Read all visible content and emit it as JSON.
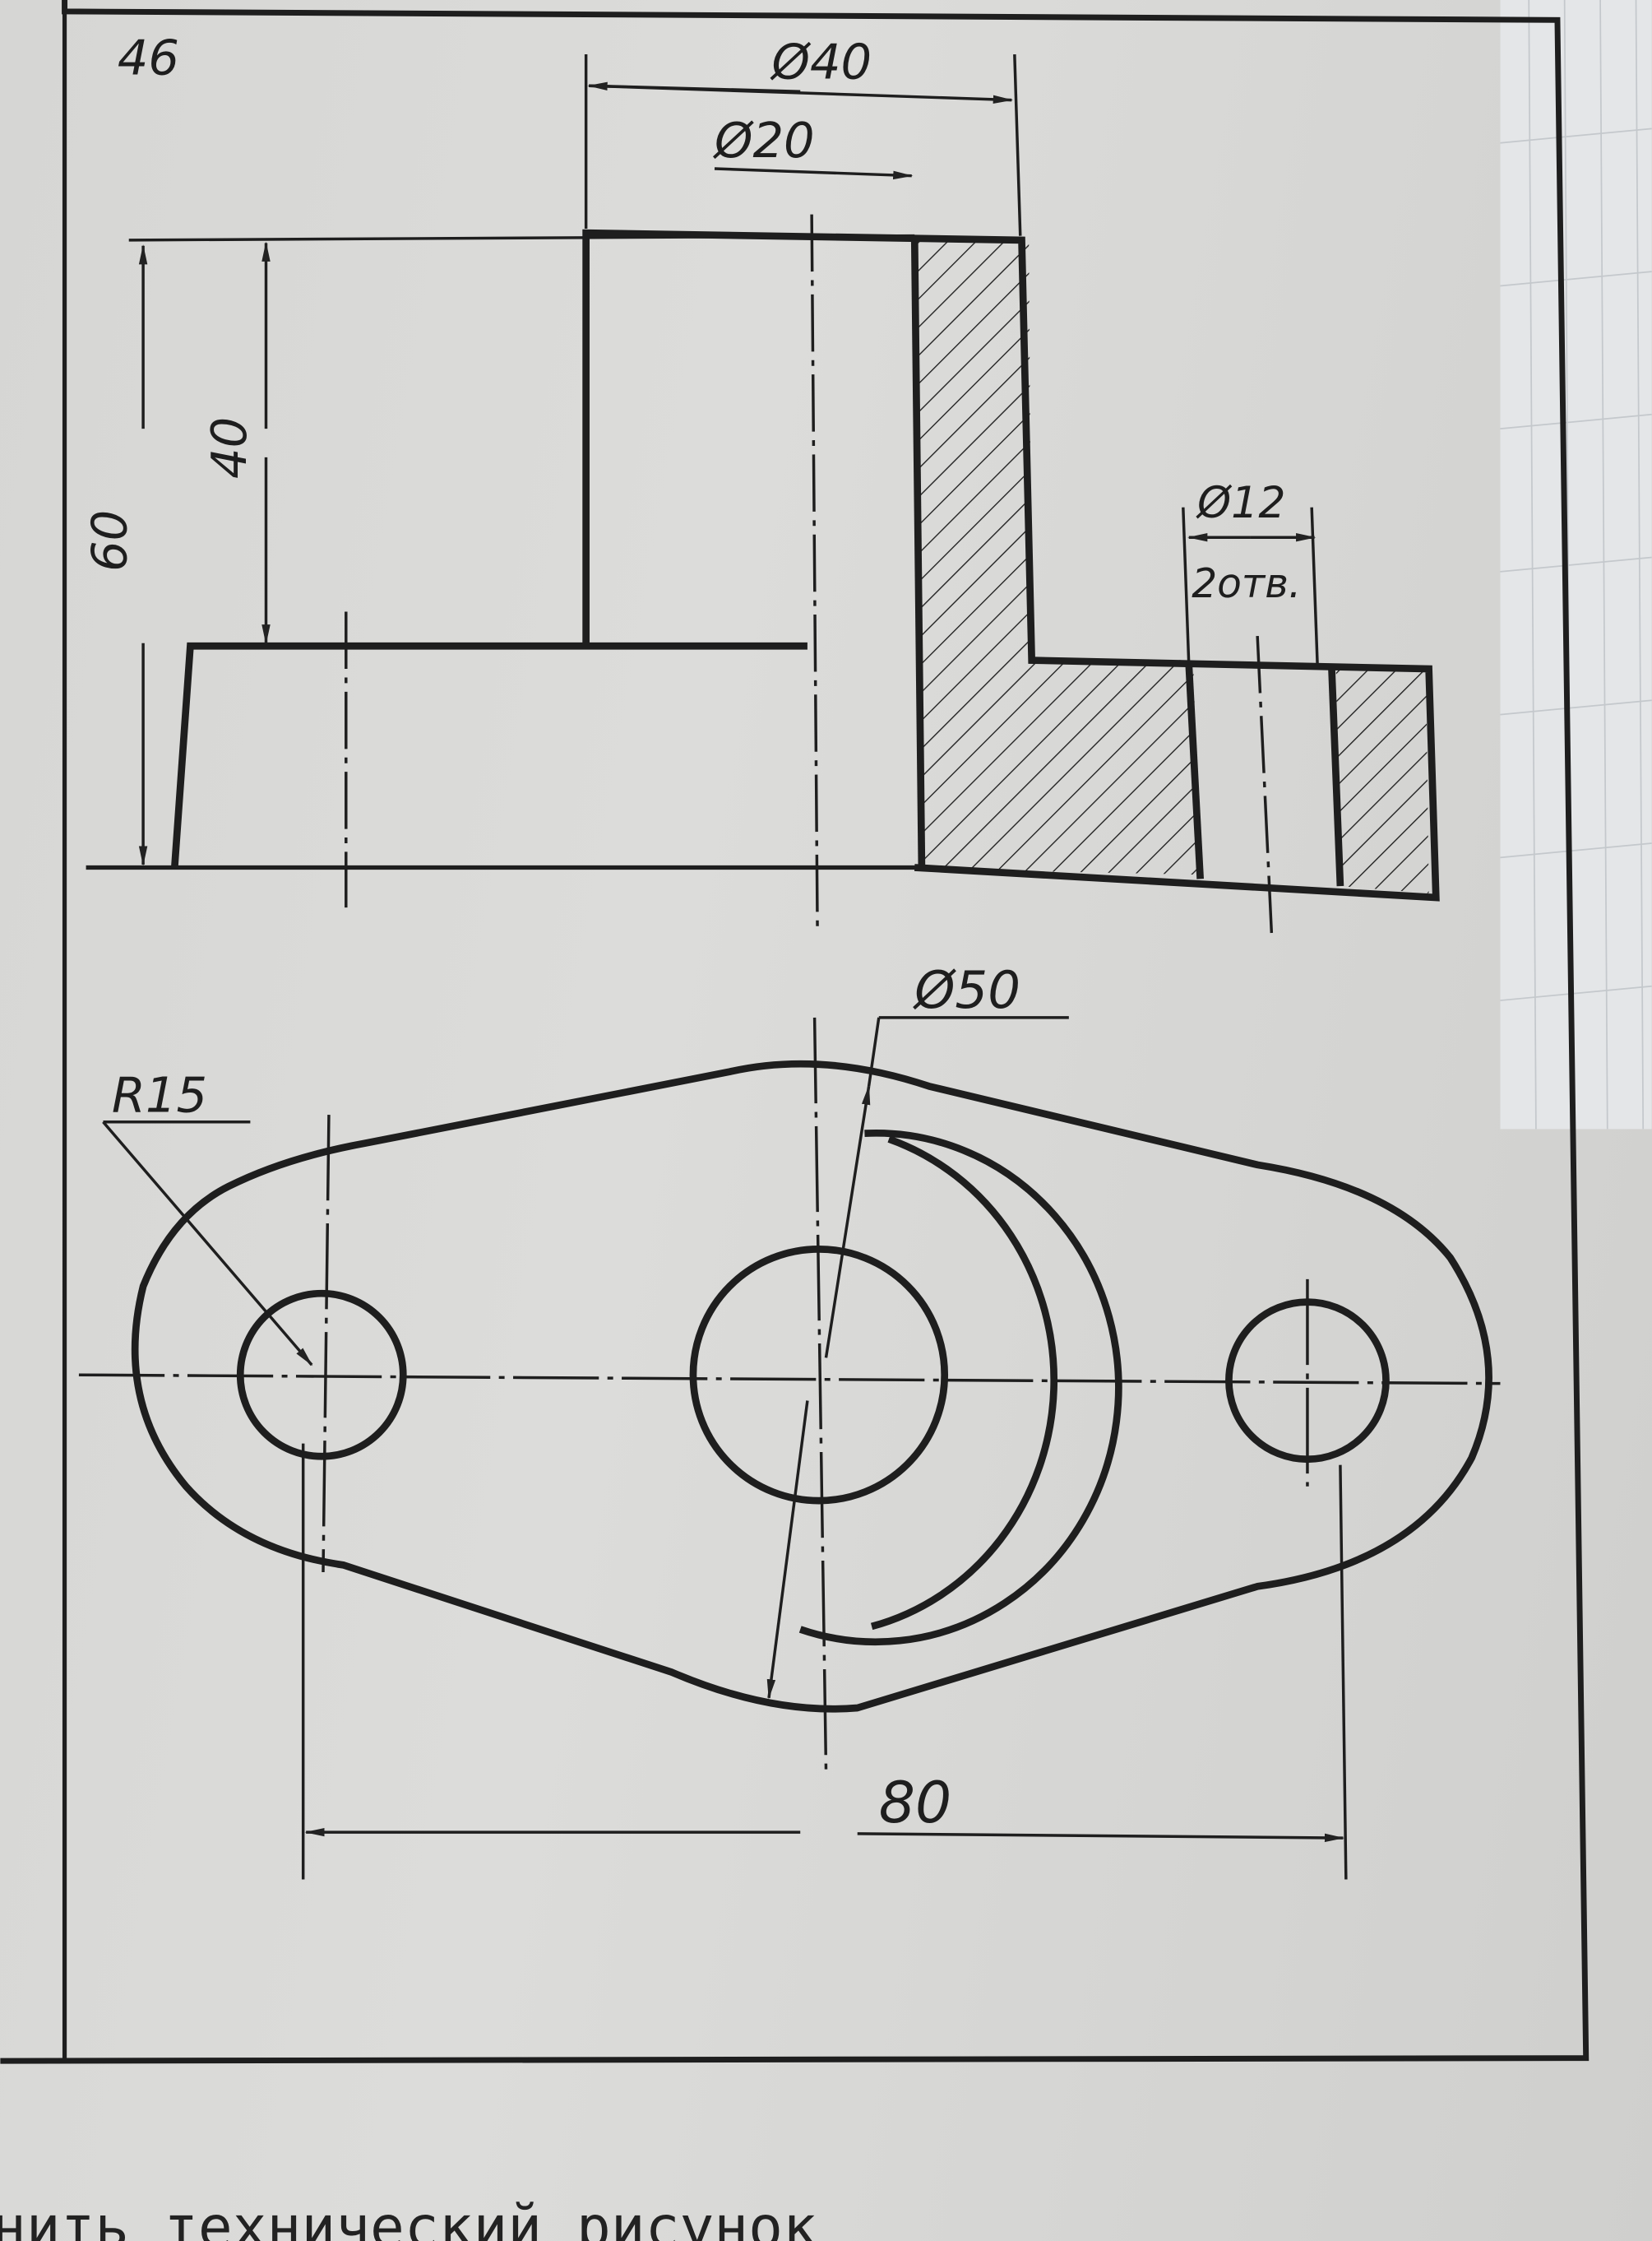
{
  "drawing": {
    "number": "46",
    "front_view": {
      "dims": {
        "d40": "Ø40",
        "d20": "Ø20",
        "h40": "40",
        "h60": "60",
        "d12": "Ø12",
        "holes": "2отв."
      }
    },
    "top_view": {
      "dims": {
        "d50": "Ø50",
        "r15": "R15",
        "l80": "80"
      }
    }
  },
  "caption": "нить технический рисунок",
  "colors": {
    "ink": "#1e1e1e",
    "paper": "#d8d8d6"
  }
}
